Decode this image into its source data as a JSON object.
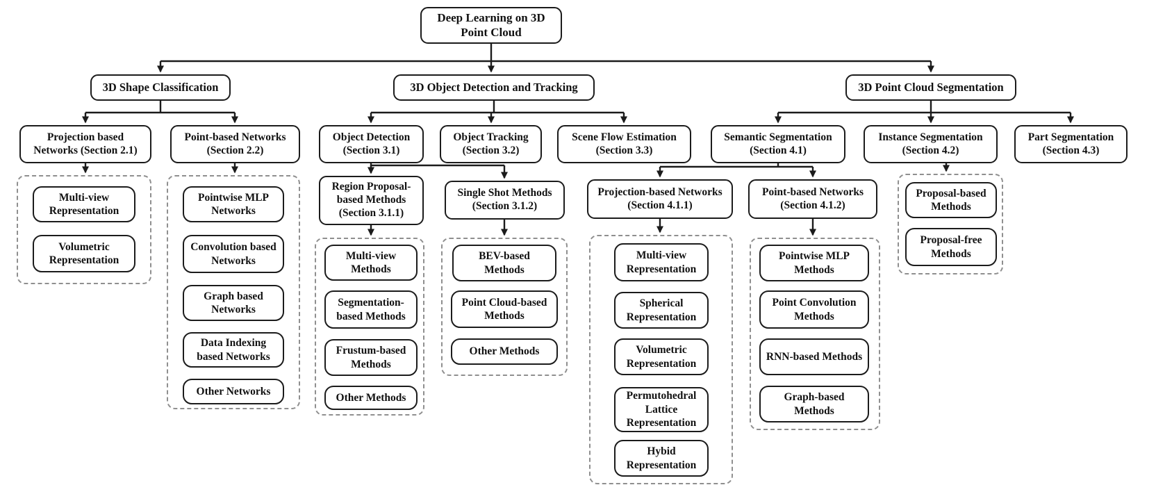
{
  "figure": "taxonomy-of-deep-learning-on-3d-point-cloud",
  "colors": {
    "background": "#ffffff",
    "box_border": "#1b1b1b",
    "connector": "#1b1b1b",
    "group_dashed_border": "#8f8f8f",
    "text": "#111111"
  },
  "tree": {
    "label": "Deep Learning on 3D Point Cloud",
    "children": [
      {
        "label": "3D Shape Classification",
        "children": [
          {
            "label": "Projection based Networks (Section 2.1)",
            "group": [
              "Multi-view Representation",
              "Volumetric Representation"
            ]
          },
          {
            "label": "Point-based Networks (Section 2.2)",
            "group": [
              "Pointwise MLP Networks",
              "Convolution based Networks",
              "Graph based Networks",
              "Data Indexing based Networks",
              "Other Networks"
            ]
          }
        ]
      },
      {
        "label": "3D Object Detection and Tracking",
        "children": [
          {
            "label": "Object Detection (Section 3.1)",
            "children": [
              {
                "label": "Region Proposal-based Methods (Section 3.1.1)",
                "group": [
                  "Multi-view Methods",
                  "Segmentation-based Methods",
                  "Frustum-based Methods",
                  "Other Methods"
                ]
              },
              {
                "label": "Single Shot Methods (Section 3.1.2)",
                "group": [
                  "BEV-based Methods",
                  "Point Cloud-based Methods",
                  "Other Methods"
                ]
              }
            ]
          },
          {
            "label": "Object Tracking (Section 3.2)"
          },
          {
            "label": "Scene Flow Estimation (Section 3.3)"
          }
        ]
      },
      {
        "label": "3D Point Cloud Segmentation",
        "children": [
          {
            "label": "Semantic Segmentation (Section 4.1)",
            "children": [
              {
                "label": "Projection-based Networks (Section 4.1.1)",
                "group": [
                  "Multi-view Representation",
                  "Spherical Representation",
                  "Volumetric Representation",
                  "Permutohedral Lattice Representation",
                  "Hybid Representation"
                ]
              },
              {
                "label": "Point-based Networks (Section 4.1.2)",
                "group": [
                  "Pointwise MLP Methods",
                  "Point Convolution Methods",
                  "RNN-based Methods",
                  "Graph-based Methods"
                ]
              }
            ]
          },
          {
            "label": "Instance Segmentation (Section 4.2)",
            "group": [
              "Proposal-based Methods",
              "Proposal-free Methods"
            ]
          },
          {
            "label": "Part Segmentation (Section 4.3)"
          }
        ]
      }
    ]
  }
}
